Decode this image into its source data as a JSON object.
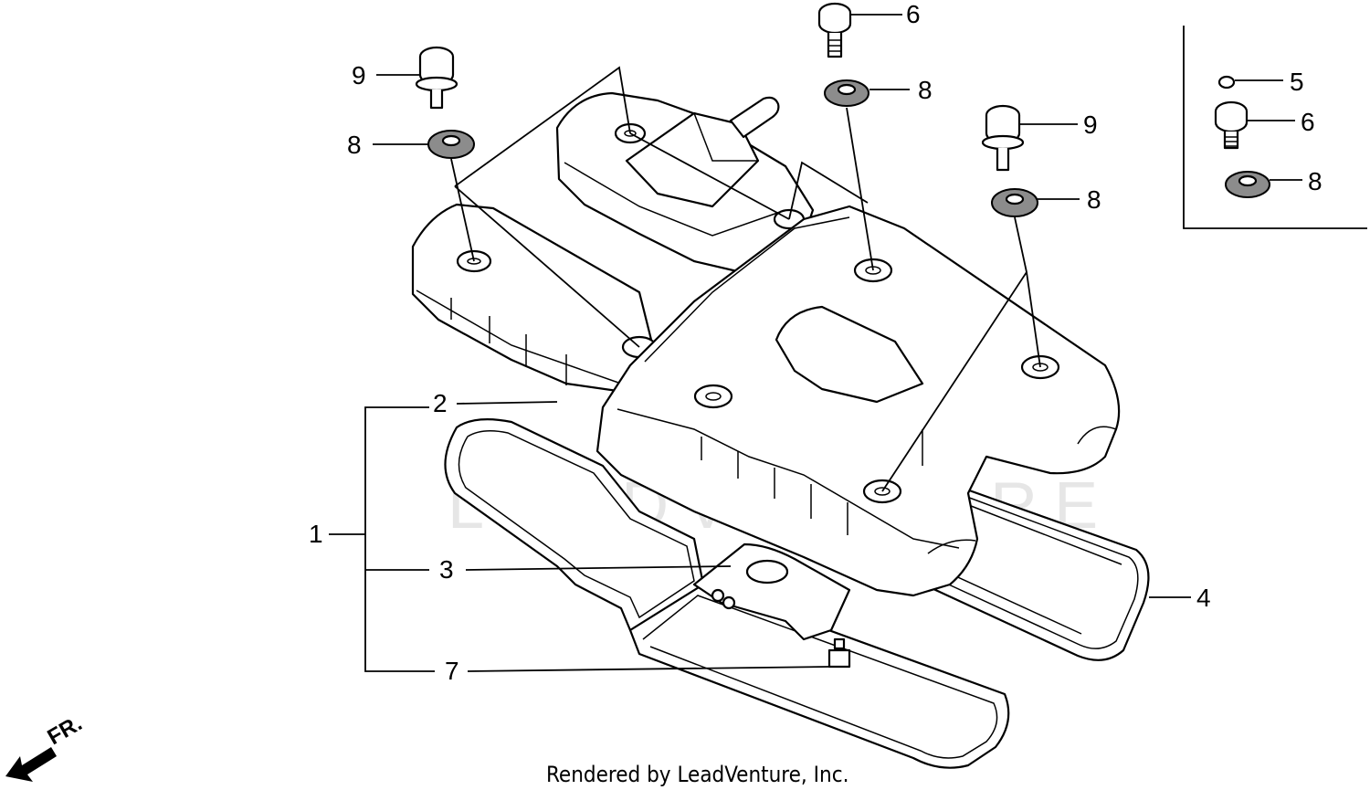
{
  "watermark": "LEADVENTURE",
  "footer_text": "Rendered by LeadVenture, Inc.",
  "direction_label": "FR.",
  "callouts": {
    "c1": "1",
    "c2": "2",
    "c3": "3",
    "c4": "4",
    "c5": "5",
    "c6_top": "6",
    "c6_inset": "6",
    "c7": "7",
    "c8_left": "8",
    "c8_top": "8",
    "c8_right": "8",
    "c8_inset": "8",
    "c9_left": "9",
    "c9_right": "9"
  }
}
